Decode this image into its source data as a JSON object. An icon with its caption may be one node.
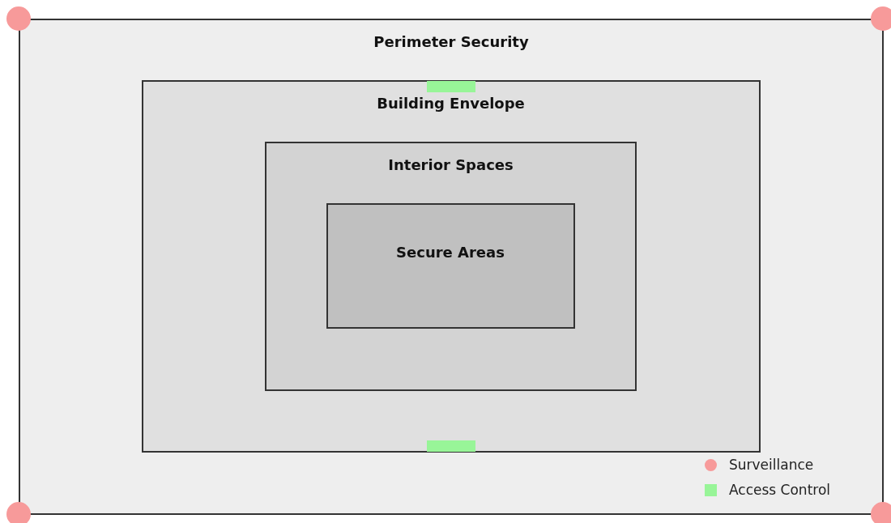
{
  "diagram": {
    "nodes": [
      {
        "text": [
          "Perimeter Security"
        ]
      },
      {
        "text": [
          "Building Envelope"
        ],
        "in": 0
      },
      {
        "text": [
          "Interior Spaces"
        ],
        "in": 1
      },
      {
        "text": [
          "Secure Areas"
        ],
        "in": 2
      }
    ],
    "legend": [
      {
        "text": "Surveillance",
        "color": "#f79a9a"
      },
      {
        "text": "Access Control",
        "color": "#98f598"
      }
    ]
  }
}
